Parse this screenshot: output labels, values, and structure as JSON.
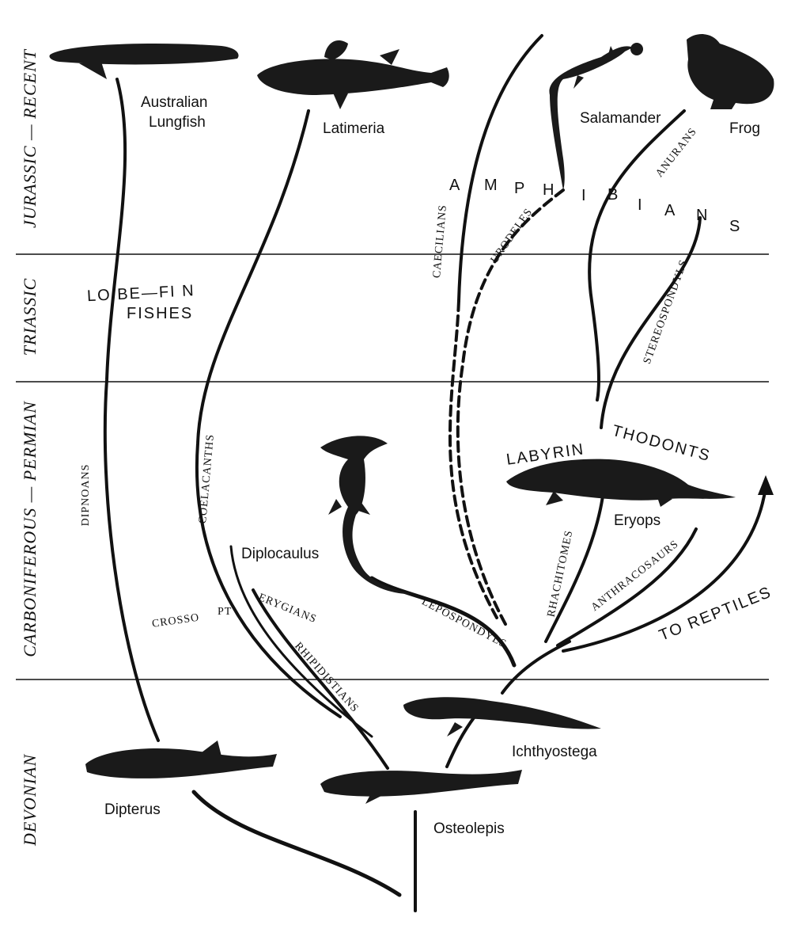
{
  "periods": {
    "jurassic_recent": "JURASSIC — RECENT",
    "triassic": "TRIASSIC",
    "carboniferous_permian": "CARBONIFEROUS — PERMIAN",
    "devonian": "DEVONIAN"
  },
  "groups": {
    "lobe_fin_1": "LO BE—FI N",
    "lobe_fin_2": "FISHES",
    "amphibians": [
      "A",
      "M",
      "P",
      "H",
      "I",
      "B",
      "I",
      "A",
      "N",
      "S"
    ],
    "labyrinthodonts_1": "LABYRIN",
    "labyrinthodonts_2": "THODONTS",
    "to_reptiles": "TO REPTILES"
  },
  "branches": {
    "dipnoans": "DIPNOANS",
    "coelacanths": "COELACANTHS",
    "crossopterygians_1": "CROSSO",
    "crossopterygians_2": "PT",
    "crossopterygians_3": "ERYGIANS",
    "rhipidistians": "RHIPIDISTIANS",
    "caecilians": "CAECILIANS",
    "urodeles": "URODELES",
    "anurans": "ANURANS",
    "stereospondyls": "STEREOSPONDYLS",
    "lepospondyls": "LEPOSPONDYLS",
    "rhachitomes": "RHACHITOMES",
    "anthracosaurs": "ANTHRACOSAURS"
  },
  "animals": {
    "australian_lungfish_1": "Australian",
    "australian_lungfish_2": "Lungfish",
    "latimeria": "Latimeria",
    "salamander": "Salamander",
    "frog": "Frog",
    "diplocaulus": "Diplocaulus",
    "eryops": "Eryops",
    "ichthyostega": "Ichthyostega",
    "dipterus": "Dipterus",
    "osteolepis": "Osteolepis"
  },
  "colors": {
    "ink": "#111111",
    "silhouette": "#1a1a1a",
    "paper": "#ffffff"
  }
}
